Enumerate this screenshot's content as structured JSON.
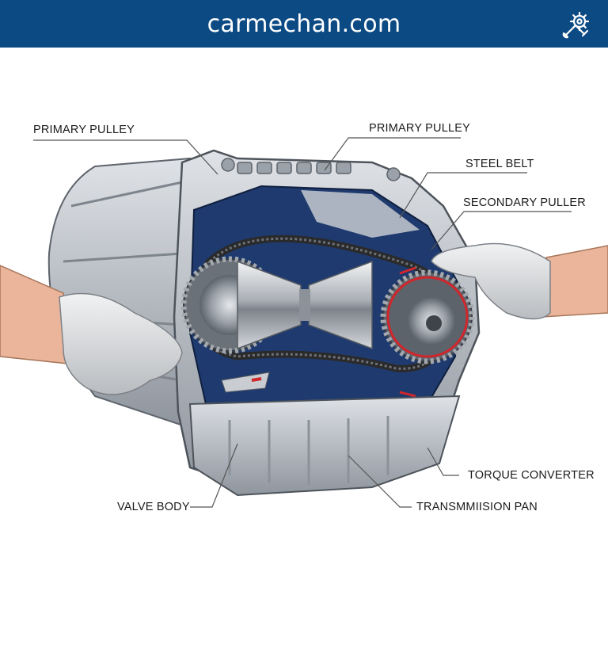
{
  "header": {
    "site_name": "carmechan.com",
    "logo_icon": "wrench-gear-icon",
    "background_color": "#0c4a84"
  },
  "diagram": {
    "subject_icon": "cvt-transmission-cutaway",
    "callouts": {
      "primary_pulley_left": "PRIMARY PULLEY",
      "primary_pulley_right": "PRIMARY PULLEY",
      "steel_belt": "STEEL BELT",
      "secondary_pulley": "SECONDARY PULLER",
      "torque_converter": "TORQUE CONVERTER",
      "valve_body": "VALVE BODY",
      "transmission_pan": "TRANSMMIISION PAN"
    },
    "colors": {
      "housing": "#b9bec4",
      "interior": "#1f3a6e",
      "belt": "#2a2a2a",
      "accent_red": "#d1262b"
    }
  }
}
